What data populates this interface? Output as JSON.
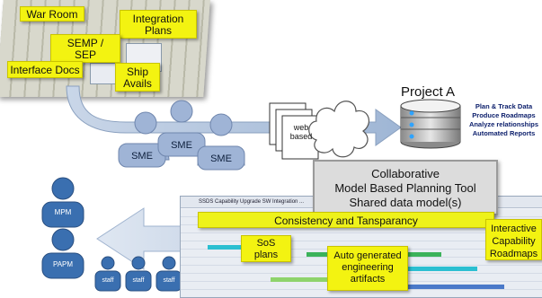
{
  "notes": {
    "war_room": "War Room",
    "integration_plans": "Integration Plans",
    "semp_sep": "SEMP / SEP",
    "interface_docs": "Interface Docs",
    "ship_avails": "Ship Avails",
    "consistency": "Consistency and Tansparancy",
    "sos_plans": "SoS plans",
    "auto_artifacts": "Auto generated engineering artifacts",
    "interactive_roadmaps": "Interactive Capability Roadmaps"
  },
  "sme_label": "SME",
  "web_based": "web based",
  "project": {
    "title": "Project A",
    "capabilities": [
      "Plan & Track Data",
      "Produce Roadmaps",
      "Analyze relationships",
      "Automated Reports"
    ]
  },
  "tool_box": {
    "line1": "Collaborative",
    "line2": "Model Based Planning Tool",
    "line3": "Shared data model(s)"
  },
  "roles": {
    "mpm": "MPM",
    "papm": "PAPM",
    "staff": "staff"
  },
  "screenshot_header": "SSDS Capability Upgrade SW Integration ..."
}
